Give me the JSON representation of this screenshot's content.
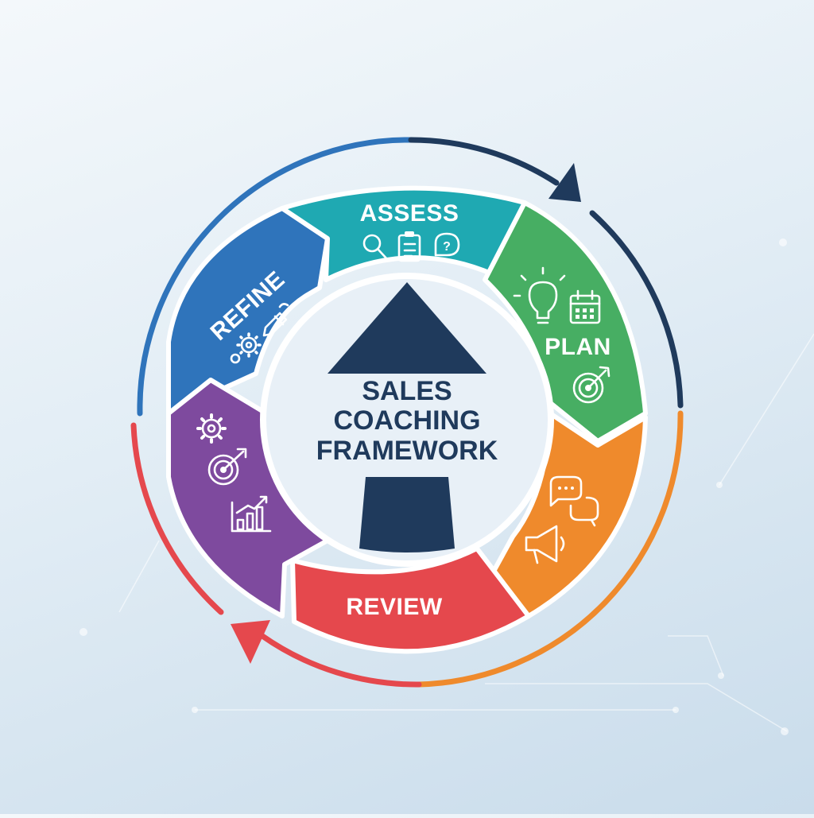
{
  "center": {
    "line1": "SALES",
    "line2": "COACHING",
    "line3": "FRAMEWORK"
  },
  "segments": [
    {
      "label": "ASSESS",
      "color": "#1fa9b2",
      "icons": [
        "search-icon",
        "clipboard-icon",
        "question-bubble-icon"
      ]
    },
    {
      "label": "PLAN",
      "color": "#47ae63",
      "icons": [
        "lightbulb-icon",
        "calendar-icon",
        "target-icon"
      ]
    },
    {
      "label": "",
      "color": "#ef8a2c",
      "icons": [
        "chat-bubbles-icon",
        "megaphone-icon"
      ]
    },
    {
      "label": "REVIEW",
      "color": "#e5484d",
      "icons": []
    },
    {
      "label": "",
      "color": "#7e4a9e",
      "icons": [
        "gear-icon",
        "target-icon",
        "bar-chart-icon"
      ]
    },
    {
      "label": "REFINE",
      "color": "#2f74bb",
      "icons": [
        "gears-icon",
        "pencil-icon"
      ]
    }
  ],
  "colors": {
    "arrow_navy": "#1f3a5c",
    "ring_blue": "#2f74bb",
    "ring_navy": "#1f3a5c",
    "ring_orange": "#ef8a2c",
    "ring_red": "#e5484d"
  }
}
